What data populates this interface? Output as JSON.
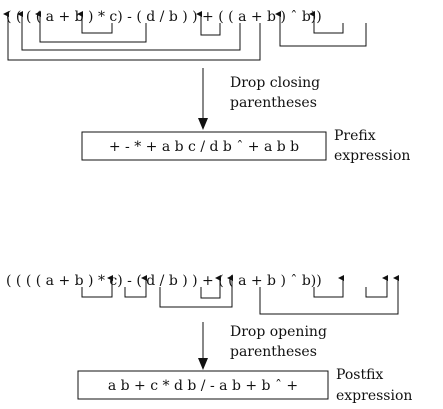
{
  "top_section": {
    "infix_expression": "( ( ( ( a + b ) * c) - ( d / b ) ) + ( ( a + b ) ˆ b))",
    "step_label_line1": "Drop closing",
    "step_label_line2": "parentheses",
    "result": "+ - * + a b c / d b ˆ + a b b",
    "result_label_line1": "Prefix",
    "result_label_line2": "expression"
  },
  "bottom_section": {
    "infix_expression": "( ( ( ( a + b ) * c) - ( d / b ) ) + ( ( a + b ) ˆ b))",
    "step_label_line1": "Drop opening",
    "step_label_line2": "parentheses",
    "result": "a b + c * d b / - a b + b ˆ +",
    "result_label_line1": "Postfix",
    "result_label_line2": "expression"
  },
  "colors": {
    "ink": "#111111",
    "background": "#ffffff"
  }
}
